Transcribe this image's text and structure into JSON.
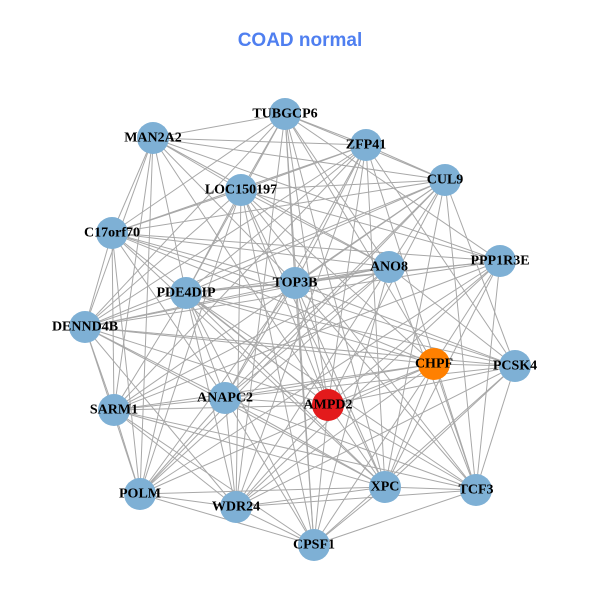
{
  "title": "COAD normal",
  "colors": {
    "title": "#4f7ff0",
    "edge": "#a8a8a8",
    "default_node": "#7eb0d5",
    "CHPF": "#ff8000",
    "AMPD2": "#e31a1c"
  },
  "nodes": [
    {
      "id": "TUBGCP6",
      "color": "default"
    },
    {
      "id": "MAN2A2",
      "color": "default"
    },
    {
      "id": "ZFP41",
      "color": "default"
    },
    {
      "id": "LOC150197",
      "color": "default"
    },
    {
      "id": "CUL9",
      "color": "default"
    },
    {
      "id": "C17orf70",
      "color": "default"
    },
    {
      "id": "PPP1R3E",
      "color": "default"
    },
    {
      "id": "ANO8",
      "color": "default"
    },
    {
      "id": "TOP3B",
      "color": "default"
    },
    {
      "id": "PDE4DIP",
      "color": "default"
    },
    {
      "id": "DENND4B",
      "color": "default"
    },
    {
      "id": "CHPF",
      "color": "CHPF"
    },
    {
      "id": "PCSK4",
      "color": "default"
    },
    {
      "id": "ANAPC2",
      "color": "default"
    },
    {
      "id": "AMPD2",
      "color": "AMPD2"
    },
    {
      "id": "SARM1",
      "color": "default"
    },
    {
      "id": "POLM",
      "color": "default"
    },
    {
      "id": "WDR24",
      "color": "default"
    },
    {
      "id": "XPC",
      "color": "default"
    },
    {
      "id": "TCF3",
      "color": "default"
    },
    {
      "id": "CPSF1",
      "color": "default"
    }
  ],
  "edges": {
    "TUBGCP6": [
      "MAN2A2",
      "ZFP41",
      "LOC150197",
      "C17orf70",
      "PDE4DIP",
      "TOP3B",
      "ANO8",
      "AMPD2",
      "XPC",
      "CPSF1",
      "WDR24",
      "CHPF",
      "DENND4B",
      "PPP1R3E",
      "CUL9"
    ],
    "MAN2A2": [
      "ZFP41",
      "LOC150197",
      "C17orf70",
      "DENND4B",
      "PDE4DIP",
      "CUL9",
      "ANO8",
      "SARM1",
      "POLM",
      "AMPD2",
      "TOP3B",
      "PPP1R3E"
    ],
    "ZFP41": [
      "LOC150197",
      "CUL9",
      "C17orf70",
      "PDE4DIP",
      "SARM1",
      "ANAPC2",
      "TOP3B",
      "AMPD2",
      "XPC",
      "PCSK4",
      "TCF3",
      "DENND4B",
      "WDR24"
    ],
    "LOC150197": [
      "CUL9",
      "C17orf70",
      "PPP1R3E",
      "ANO8",
      "DENND4B",
      "PDE4DIP",
      "CHPF",
      "AMPD2",
      "XPC",
      "CPSF1",
      "POLM",
      "WDR24",
      "TCF3"
    ],
    "CUL9": [
      "C17orf70",
      "ANO8",
      "PDE4DIP",
      "DENND4B",
      "TOP3B",
      "PCSK4",
      "AMPD2",
      "XPC",
      "SARM1",
      "POLM",
      "ANAPC2",
      "TCF3"
    ],
    "C17orf70": [
      "PPP1R3E",
      "ANO8",
      "TOP3B",
      "DENND4B",
      "SARM1",
      "ANAPC2",
      "POLM",
      "AMPD2",
      "XPC",
      "CHPF",
      "PCSK4"
    ],
    "PPP1R3E": [
      "PDE4DIP",
      "TOP3B",
      "DENND4B",
      "CHPF",
      "AMPD2",
      "SARM1",
      "POLM",
      "WDR24",
      "TCF3",
      "XPC"
    ],
    "ANO8": [
      "PDE4DIP",
      "DENND4B",
      "TOP3B",
      "SARM1",
      "ANAPC2",
      "WDR24",
      "CPSF1",
      "TCF3",
      "PCSK4",
      "POLM"
    ],
    "TOP3B": [
      "PDE4DIP",
      "DENND4B",
      "PCSK4",
      "ANAPC2",
      "AMPD2",
      "XPC",
      "POLM",
      "CPSF1",
      "TCF3"
    ],
    "PDE4DIP": [
      "DENND4B",
      "CHPF",
      "PCSK4",
      "SARM1",
      "ANAPC2",
      "AMPD2",
      "WDR24",
      "XPC",
      "CPSF1",
      "POLM",
      "TCF3"
    ],
    "DENND4B": [
      "CHPF",
      "PCSK4",
      "SARM1",
      "AMPD2",
      "POLM",
      "WDR24",
      "XPC",
      "ANAPC2"
    ],
    "CHPF": [
      "PCSK4",
      "ANAPC2",
      "SARM1",
      "AMPD2",
      "POLM",
      "WDR24",
      "XPC",
      "TCF3",
      "CPSF1"
    ],
    "PCSK4": [
      "AMPD2",
      "XPC",
      "TCF3",
      "CPSF1",
      "WDR24",
      "ANAPC2"
    ],
    "ANAPC2": [
      "SARM1",
      "AMPD2",
      "POLM",
      "WDR24",
      "CPSF1",
      "XPC",
      "TCF3"
    ],
    "AMPD2": [
      "SARM1",
      "XPC",
      "TCF3",
      "CPSF1",
      "WDR24"
    ],
    "SARM1": [
      "POLM",
      "WDR24",
      "XPC",
      "CPSF1",
      "TCF3"
    ],
    "POLM": [
      "WDR24",
      "CPSF1",
      "XPC"
    ],
    "WDR24": [
      "CPSF1",
      "XPC",
      "TCF3"
    ],
    "XPC": [
      "TCF3",
      "CPSF1"
    ],
    "TCF3": [
      "CPSF1"
    ]
  }
}
